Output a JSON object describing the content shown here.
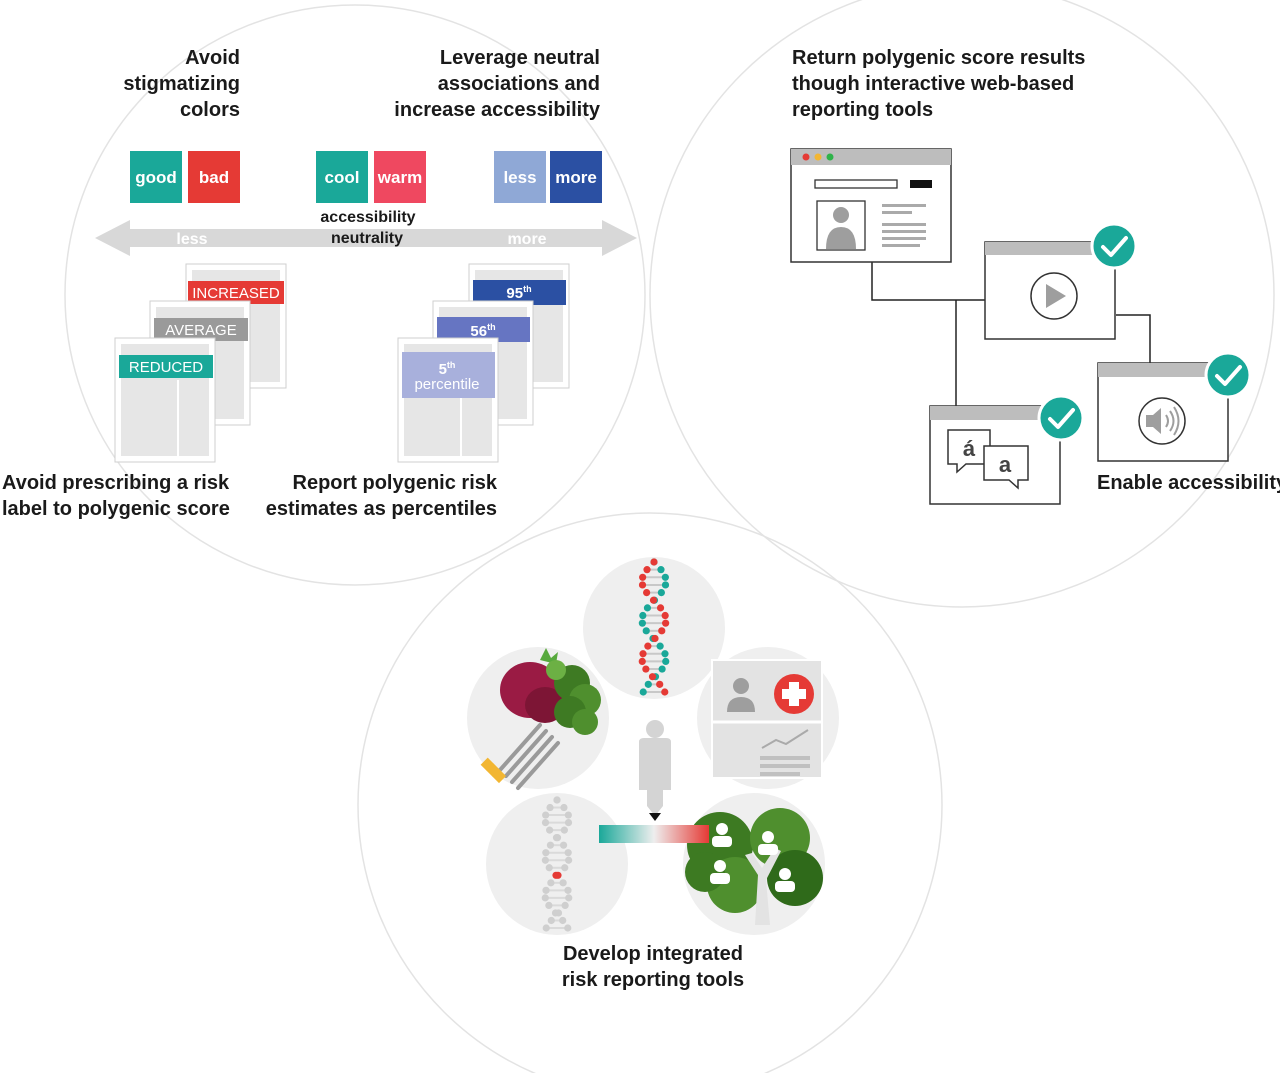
{
  "labels": {
    "avoid_colors": [
      "Avoid",
      "stigmatizing",
      "colors"
    ],
    "neutral": [
      "Leverage neutral",
      "associations and",
      "increase accessibility"
    ],
    "web_tools": [
      "Return polygenic score results",
      "though interactive web-based",
      "reporting tools"
    ],
    "risk_label": [
      "Avoid prescribing a risk",
      "label to polygenic score"
    ],
    "percentiles": [
      "Report polygenic risk",
      "estimates as percentiles"
    ],
    "enable_access": "Enable accessibility",
    "integrated": [
      "Develop integrated",
      "risk reporting tools"
    ]
  },
  "swatches": [
    {
      "text": "good",
      "color": "#1aa899"
    },
    {
      "text": "bad",
      "color": "#e53a35"
    },
    {
      "text": "cool",
      "color": "#1aa899"
    },
    {
      "text": "warm",
      "color": "#ef4860"
    },
    {
      "text": "less",
      "color": "#8fa8d6"
    },
    {
      "text": "more",
      "color": "#2b50a3"
    }
  ],
  "axis": {
    "left": "less",
    "right": "more",
    "center": [
      "accessibility",
      "neutrality"
    ]
  },
  "risk_cards": [
    {
      "text": "INCREASED",
      "color": "#e53a35"
    },
    {
      "text": "AVERAGE",
      "color": "#9a9a9a"
    },
    {
      "text": "REDUCED",
      "color": "#1aa899"
    }
  ],
  "percentile_cards": [
    {
      "num": "95",
      "sup": "th",
      "suffix": "",
      "color": "#2b50a3"
    },
    {
      "num": "56",
      "sup": "th",
      "suffix": "",
      "color": "#6675c2"
    },
    {
      "num": "5",
      "sup": "th",
      "suffix": "percentile",
      "color": "#a8b0dc"
    }
  ],
  "lang_glyphs": [
    "á",
    "a"
  ],
  "icons": [
    "browser-window-icon",
    "play-icon",
    "speaker-icon",
    "translation-icon",
    "check-icon",
    "dna-icon",
    "vegetables-icon",
    "medical-record-icon",
    "family-tree-icon",
    "person-icon"
  ]
}
